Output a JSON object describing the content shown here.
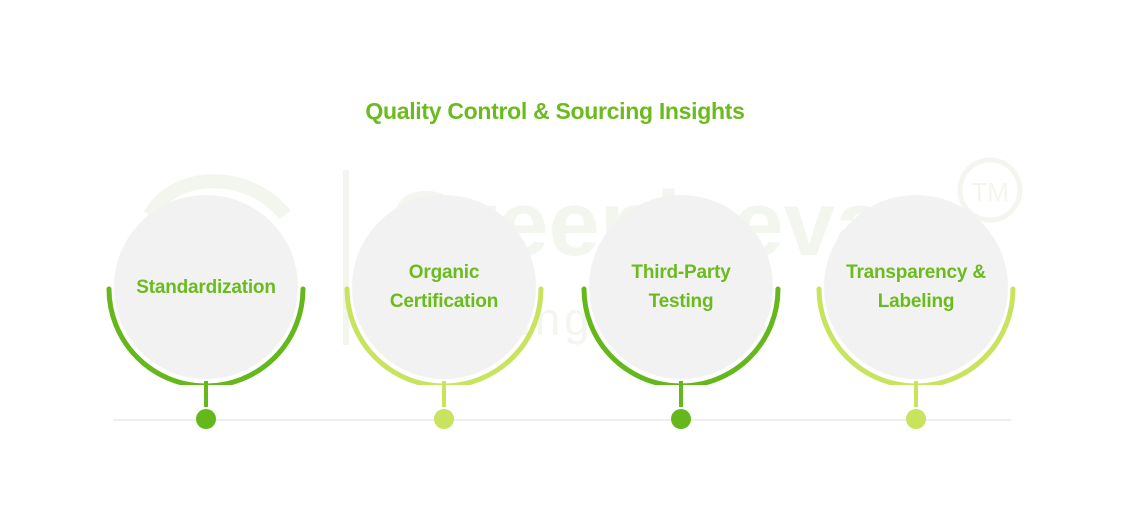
{
  "title": "Quality Control & Sourcing Insights",
  "watermark": {
    "text": "Greenjeeva",
    "tagline": "Testing Quality",
    "tm": "TM"
  },
  "colors": {
    "title": "#6cbb1e",
    "dark_green": "#65b81c",
    "light_green": "#c8e35e",
    "circle_fill": "#f1f2f1",
    "label_text": "#6cbb1e",
    "line": "#eeeeee",
    "watermark": "#f3f6ef"
  },
  "steps": [
    {
      "label": "Standardization",
      "accent": "dark"
    },
    {
      "label": "Organic Certification",
      "accent": "light"
    },
    {
      "label": "Third-Party Testing",
      "accent": "dark"
    },
    {
      "label": "Transparency & Labeling",
      "accent": "light"
    }
  ]
}
